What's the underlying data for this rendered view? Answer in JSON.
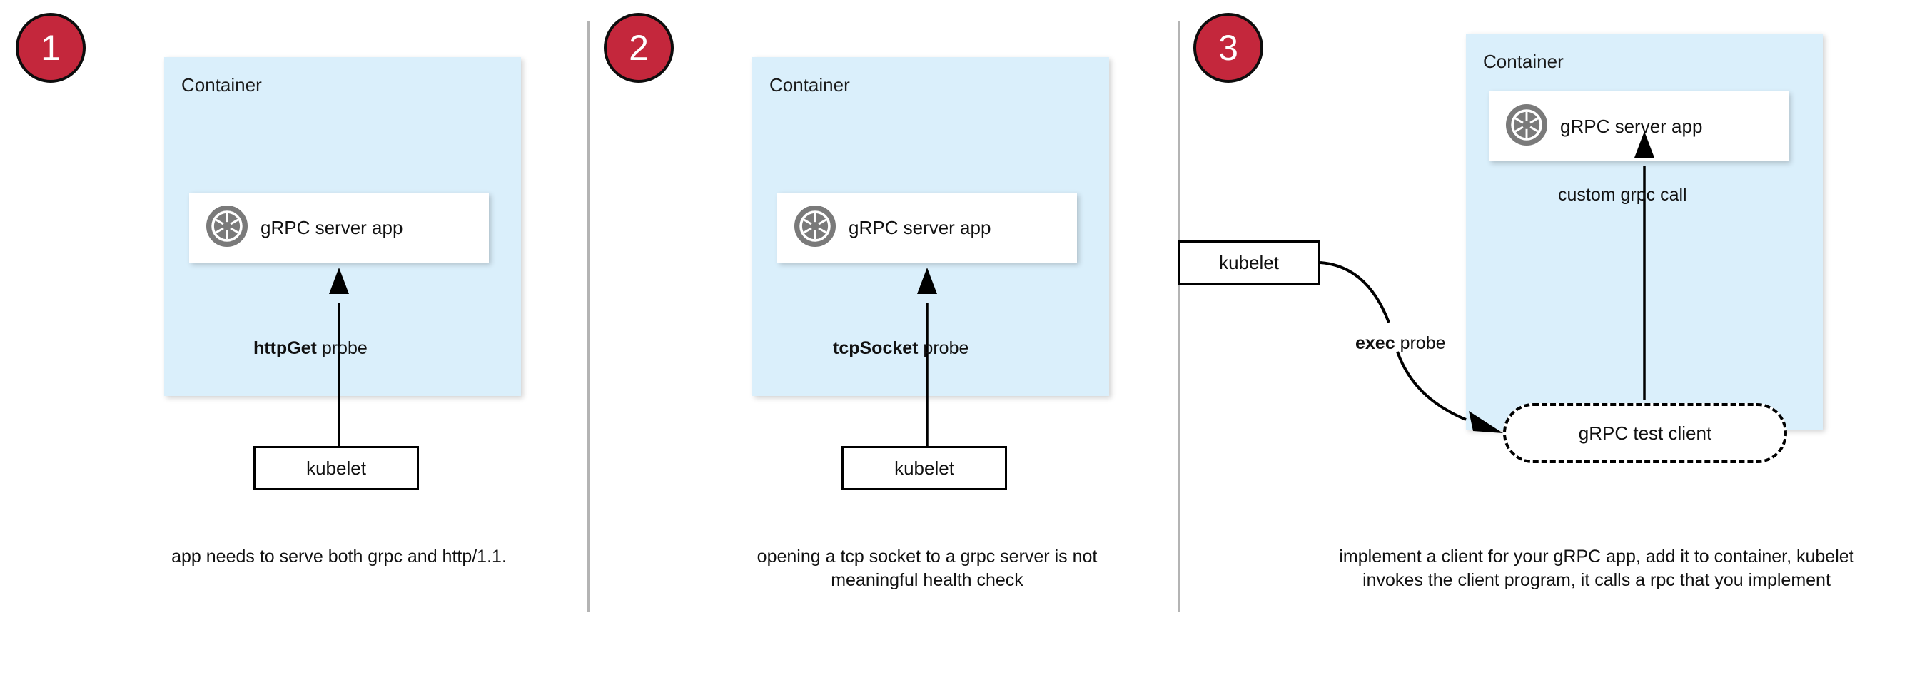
{
  "diagram": {
    "title": "gRPC health check probe approaches",
    "colors": {
      "badge_red": "#c4273c",
      "container_blue": "#daeffb",
      "icon_gray": "#7a7a7a",
      "divider_gray": "#b4b4b4",
      "stroke_black": "#000000"
    },
    "container_label": "Container",
    "icons": {
      "grpc": "grpc-aperture-icon"
    }
  },
  "panels": [
    {
      "step": "1",
      "container_label": "Container",
      "app_label": "gRPC server app",
      "probe_label_bold": "httpGet",
      "probe_label_rest": " probe",
      "kubelet_label": "kubelet",
      "caption": "app needs to serve both grpc and http/1.1."
    },
    {
      "step": "2",
      "container_label": "Container",
      "app_label": "gRPC server app",
      "probe_label_bold": "tcpSocket",
      "probe_label_rest": " probe",
      "kubelet_label": "kubelet",
      "caption": "opening a tcp socket to a grpc server is not meaningful health check"
    },
    {
      "step": "3",
      "container_label": "Container",
      "app_label": "gRPC server app",
      "probe_label_bold": "exec",
      "probe_label_rest": " probe",
      "kubelet_label": "kubelet",
      "test_client_label": "gRPC test client",
      "custom_call_label": "custom grpc call",
      "caption": "implement a client for your gRPC app, add it to container, kubelet invokes the client program, it calls a rpc that you implement"
    }
  ]
}
